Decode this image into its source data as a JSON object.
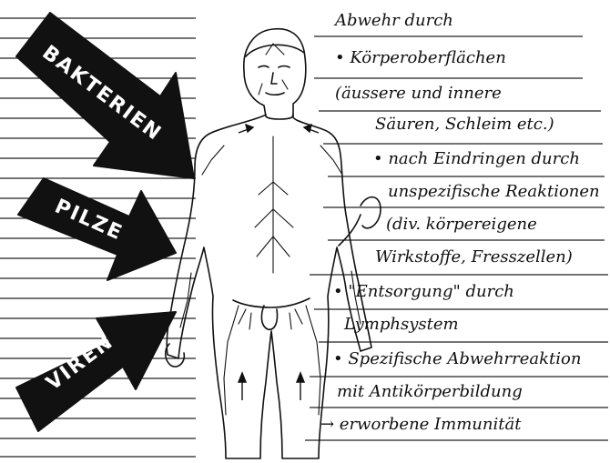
{
  "pathogens": {
    "bacteria": "BAKTERIEN",
    "fungi": "PILZE",
    "viruses": "VIREN"
  },
  "notes": {
    "heading": "Abwehr durch",
    "item1_line1": "• Körperoberflächen",
    "item1_line2": "(äussere und innere",
    "item1_line3": "Säuren, Schleim etc.)",
    "item2_line1": "• nach Eindringen durch",
    "item2_line2": "unspezifische Reaktionen",
    "item2_line3": "(div. körpereigene",
    "item2_line4": "Wirkstoffe, Fresszellen)",
    "item3_line1": "• \"Entsorgung\" durch",
    "item3_line2": "Lymphsystem",
    "item4_line1": "• Spezifische Abwehrreaktion",
    "item4_line2": "mit Antikörperbildung",
    "item4_line3": "→ erworbene Immunität"
  },
  "colors": {
    "ink": "#111111",
    "arrow_fill": "#111111",
    "arrow_text": "#ffffff",
    "ruled_line": "#222222"
  }
}
